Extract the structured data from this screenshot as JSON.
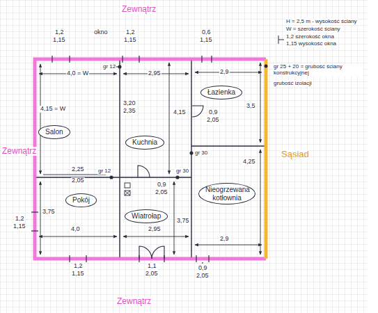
{
  "diagram": {
    "nodes": [
      {
        "text": [
          "Salon"
        ]
      },
      {
        "text": [
          "Kuchnia"
        ]
      },
      {
        "text": [
          "Łazienka"
        ]
      },
      {
        "text": [
          "Pokój"
        ]
      },
      {
        "text": [
          "Wiatrołap"
        ]
      },
      {
        "text": [
          "Nieogrzewana kotłownia"
        ]
      }
    ],
    "labels": [
      "Zewnątrz",
      "Zewnątrz",
      "Zewnątrz",
      "Sąsiad",
      "H = 2,5 m - wysokość ściany",
      "W = szerokość ściany",
      "1,2 szerokość okna",
      "1,15 wysokość okna",
      "gr 25 + 20 = grubość ściany konstrukcyjnej",
      "grubość izolacji",
      "1,2",
      "1,15",
      "okno",
      "1,2",
      "1,15",
      "0,6",
      "1,15",
      "gr 12",
      "4,0 = W",
      "2,95",
      "2,9",
      "4,15 = W",
      "3,20",
      "2,35",
      "4,15",
      "0,9",
      "2,05",
      "3,5",
      "gr 30",
      "4,25",
      "2,25",
      "2,05",
      "gr 12",
      "gr 30",
      "0,9",
      "2,05",
      "3,75",
      "4,0",
      "2,95",
      "3,75",
      "2,9",
      "1,2",
      "1,15",
      "1,2",
      "1,15",
      "1,1",
      "2,05",
      "0,9",
      "2,05"
    ]
  }
}
